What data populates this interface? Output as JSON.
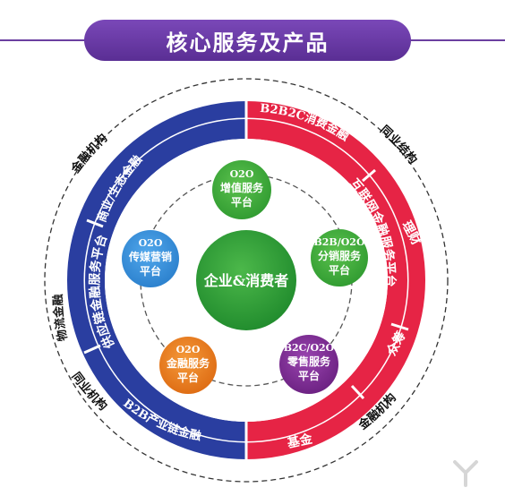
{
  "title": "核心服务及产品",
  "center": "企业&消费者",
  "platforms": [
    {
      "line1": "O2O",
      "line2": "增值服务",
      "line3": "平台",
      "color": "#3aa83a"
    },
    {
      "line1": "B2B/O2O",
      "line2": "分销服务",
      "line3": "平台",
      "color": "#3aa83a"
    },
    {
      "line1": "B2C/O2O",
      "line2": "零售服务",
      "line3": "平台",
      "color": "#7a2f8f"
    },
    {
      "line1": "O2O",
      "line2": "金融服务",
      "line3": "平台",
      "color": "#e87a1e"
    },
    {
      "line1": "O2O",
      "line2": "传媒营销",
      "line3": "平台",
      "color": "#2e8fd6"
    }
  ],
  "ring": {
    "left_outer_top": "商业/生态金融",
    "left_outer_mid": "物流金融",
    "left_outer_bottom": "B2B产业链金融",
    "left_inner": "供应链金融服务平台",
    "right_outer_top": "B2B2C消费金融",
    "right_outer_mid1": "理财",
    "right_outer_mid2": "众筹",
    "right_outer_bottom": "基金",
    "right_inner": "互联网金融服务平台"
  },
  "outside": {
    "top_left": "金融机构",
    "top_right": "同业结构",
    "bottom_left": "同业机构",
    "bottom_right": "金融机构"
  },
  "colors": {
    "blue": "#2a3ea0",
    "red": "#e62445",
    "purple": "#6b3fa0"
  }
}
